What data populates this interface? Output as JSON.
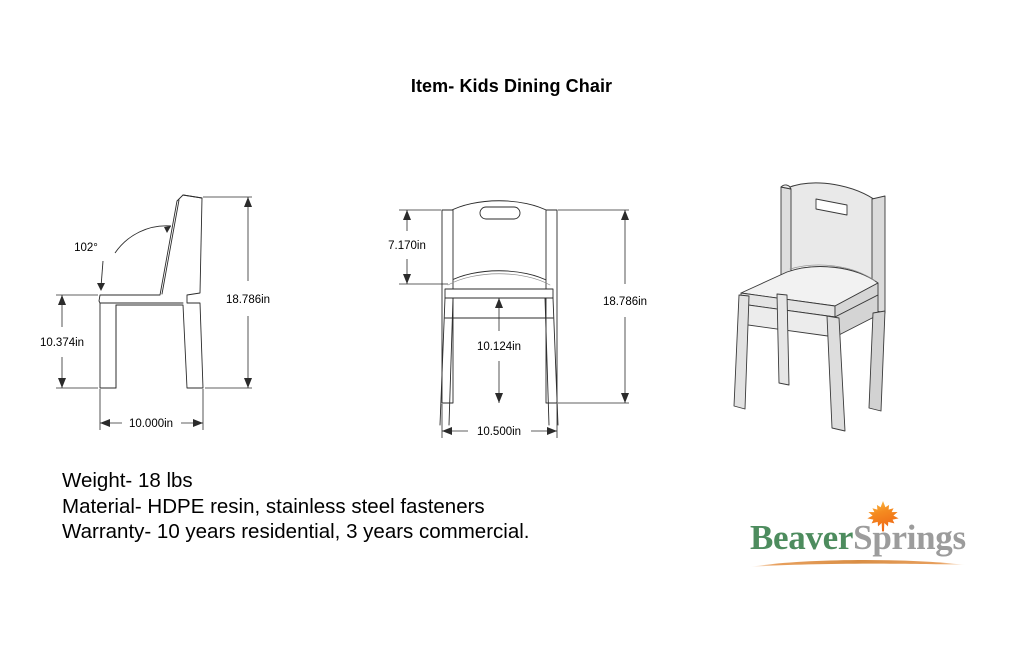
{
  "document": {
    "title": "Item- Kids Dining Chair"
  },
  "specs": {
    "weight": "Weight- 18 lbs",
    "material": "Material- HDPE resin, stainless steel fasteners",
    "warranty": "Warranty- 10 years residential, 3 years commercial."
  },
  "views": {
    "side": {
      "name": "side-elevation",
      "dimensions": {
        "angle": "102°",
        "overall_height": "18.786in",
        "seat_height": "10.374in",
        "depth": "10.000in"
      }
    },
    "front": {
      "name": "front-elevation",
      "dimensions": {
        "backrest_height": "7.170in",
        "overall_height": "18.786in",
        "seat_height": "10.124in",
        "width": "10.500in"
      }
    },
    "iso": {
      "name": "isometric-perspective"
    }
  },
  "logo": {
    "word_one": "Beaver",
    "word_two": "Springs",
    "leaf_icon": "maple-leaf-icon",
    "colors": {
      "green": "#4d8c5e",
      "gray": "#9c9c9c",
      "leaf_orange": "#f07c1e",
      "leaf_yellow": "#fcc24a",
      "swoosh": "#e8a05e"
    }
  },
  "style": {
    "line_color": "#2b2b2b",
    "fill_color": "#ffffff",
    "shade_light": "#e8e8e8",
    "shade_mid": "#dcdcdc",
    "background": "#ffffff"
  }
}
